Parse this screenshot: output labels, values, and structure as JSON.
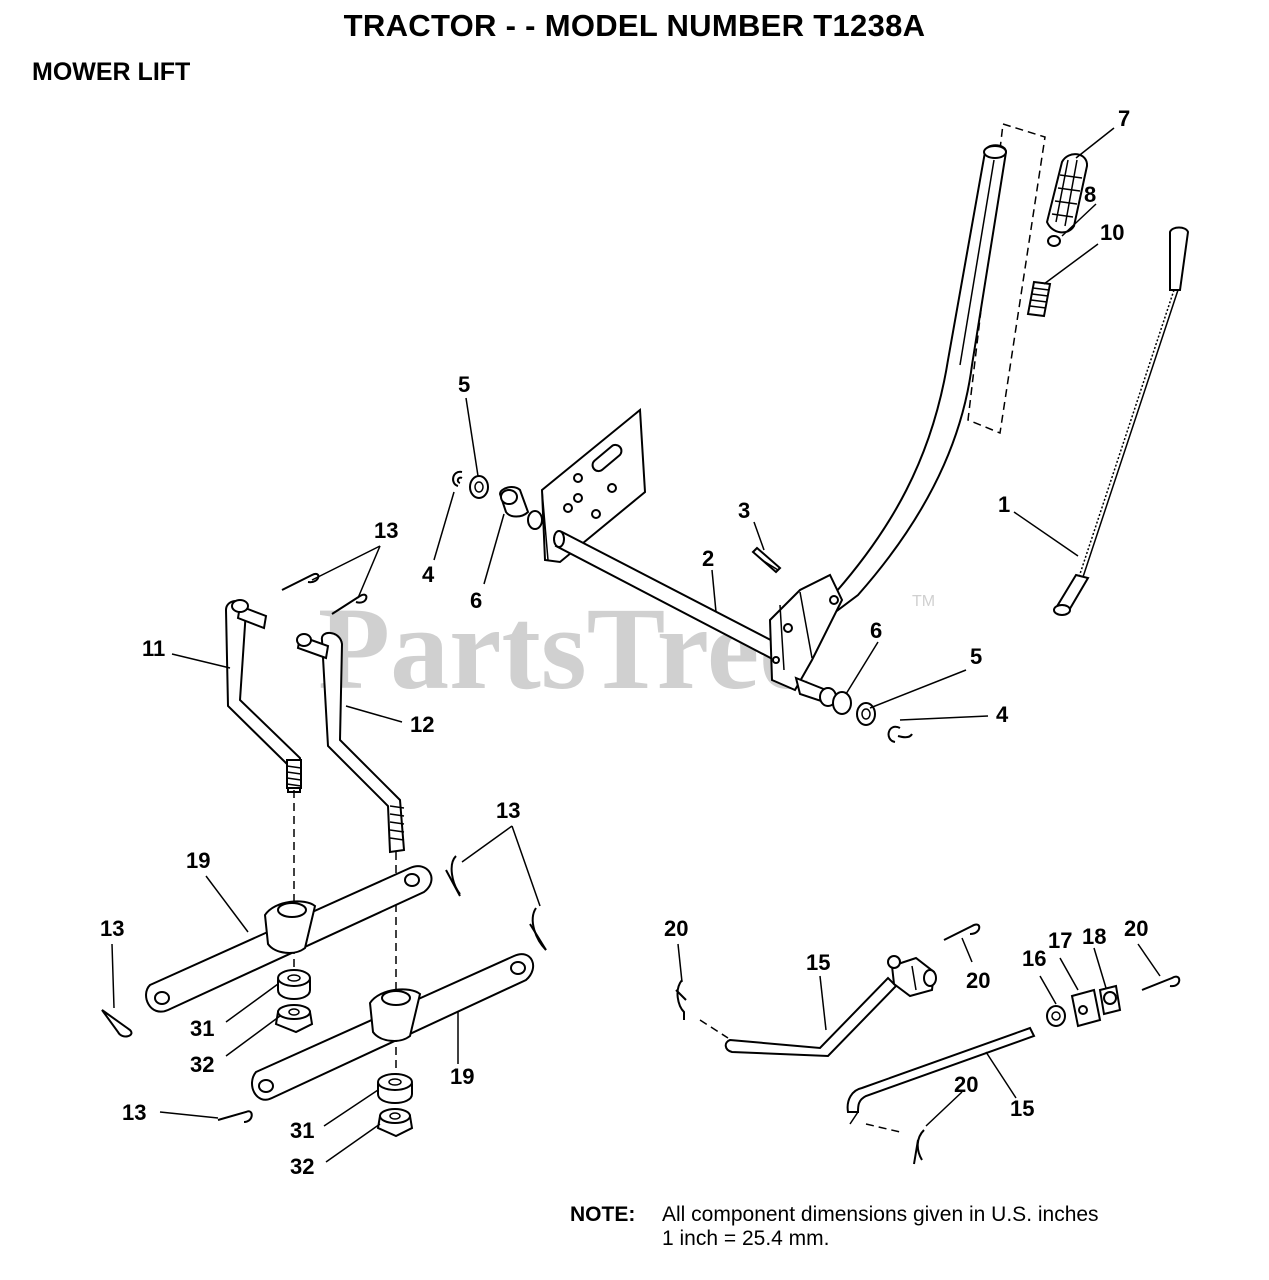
{
  "title": "TRACTOR - - MODEL NUMBER T1238A",
  "section": "MOWER LIFT",
  "watermark": {
    "text": "PartsTree",
    "tm": "TM"
  },
  "note": {
    "label": "NOTE:",
    "line1": "All component dimensions given in U.S. inches",
    "line2": "1 inch = 25.4 mm."
  },
  "callouts": {
    "c1": "1",
    "c2": "2",
    "c3": "3",
    "c4a": "4",
    "c4b": "4",
    "c5a": "5",
    "c5b": "5",
    "c6a": "6",
    "c6b": "6",
    "c7": "7",
    "c8": "8",
    "c10": "10",
    "c11": "11",
    "c12": "12",
    "c13a": "13",
    "c13b": "13",
    "c13c": "13",
    "c13d": "13",
    "c15a": "15",
    "c15b": "15",
    "c16": "16",
    "c17": "17",
    "c18": "18",
    "c19a": "19",
    "c19b": "19",
    "c20a": "20",
    "c20b": "20",
    "c20c": "20",
    "c20d": "20",
    "c31a": "31",
    "c31b": "31",
    "c32a": "32",
    "c32b": "32"
  },
  "colors": {
    "ink": "#000000",
    "watermark": "#d0d0d0",
    "background": "#ffffff"
  }
}
